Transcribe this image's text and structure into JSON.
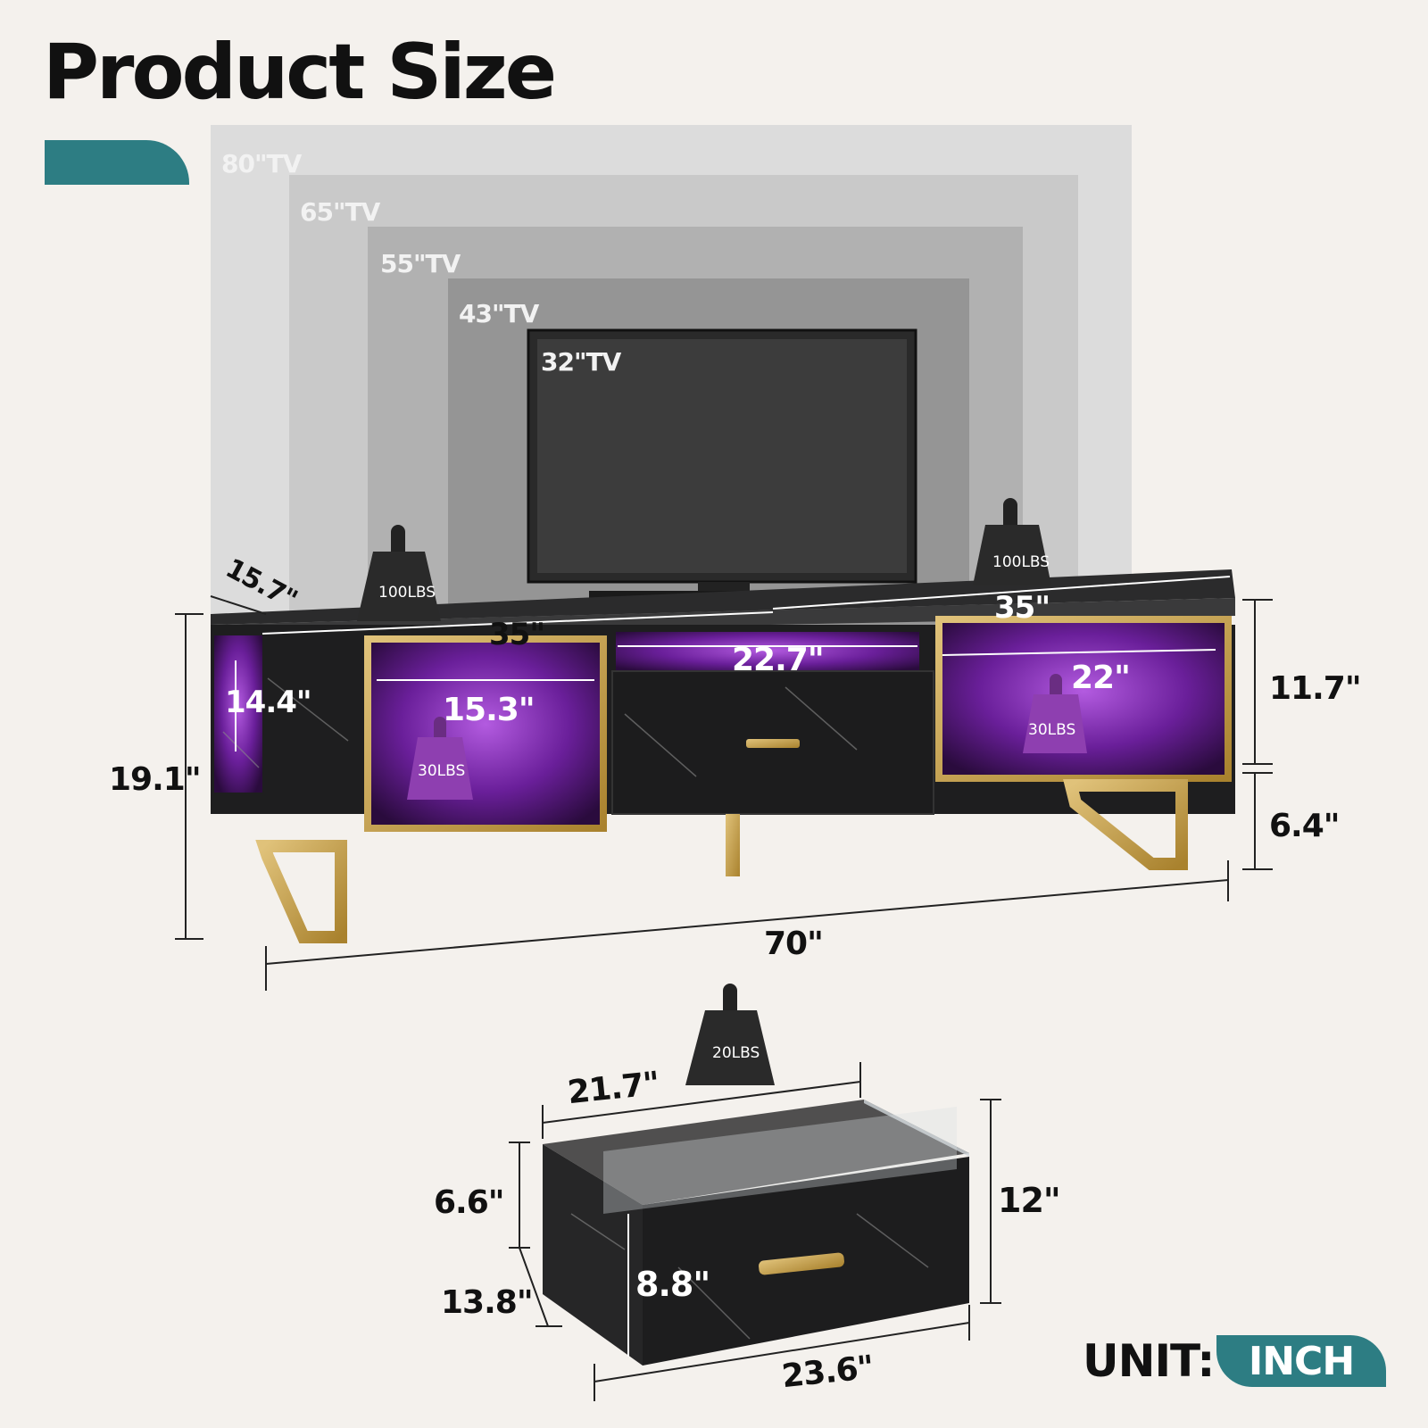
{
  "title": "Product Size",
  "tv_sizes": [
    "80\"TV",
    "65\"TV",
    "55\"TV",
    "43\"TV",
    "32\"TV"
  ],
  "weights": {
    "top_left": "100LBS",
    "top_right": "100LBS",
    "shelf_left": "30LBS",
    "shelf_right": "30LBS",
    "drawer": "20LBS"
  },
  "dimensions": {
    "depth": "15.7\"",
    "top_left_width": "35\"",
    "top_right_width": "35\"",
    "left_side_height": "14.4\"",
    "left_cabinet_width": "15.3\"",
    "center_opening_width": "22.7\"",
    "right_cabinet_width": "22\"",
    "cabinet_height": "11.7\"",
    "leg_height": "6.4\"",
    "total_height": "19.1\"",
    "total_width": "70\""
  },
  "drawer_dimensions": {
    "inner_width": "21.7\"",
    "side_height": "6.6\"",
    "depth": "13.8\"",
    "front_height": "8.8\"",
    "front_width": "23.6\"",
    "total_height": "12\""
  },
  "unit": {
    "label": "UNIT:",
    "value": "INCH"
  },
  "colors": {
    "background": "#f4f1ed",
    "accent": "#2d7d83",
    "marble": "#1e1e1f",
    "gold": "#c9a24a",
    "led_purple": "#8b2fc9"
  }
}
